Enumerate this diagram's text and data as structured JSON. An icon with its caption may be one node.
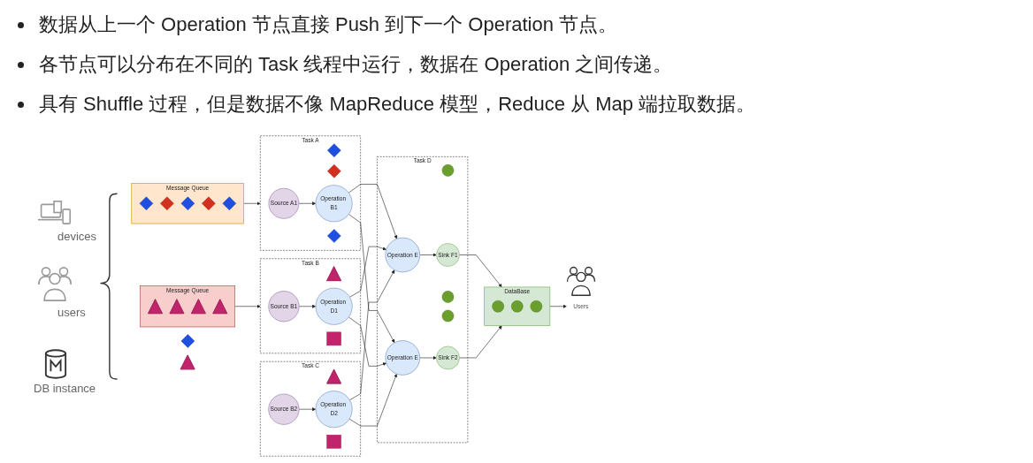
{
  "diagram": {
    "nodes": [
      {
        "text": [
          "Message Queue"
        ]
      },
      {
        "text": [],
        "shape": "diamond",
        "in": 0
      },
      {
        "text": [],
        "shape": "diamond",
        "in": 0
      },
      {
        "text": [],
        "shape": "diamond",
        "in": 0
      },
      {
        "text": [],
        "shape": "diamond",
        "in": 0
      },
      {
        "text": [],
        "shape": "diamond",
        "in": 0
      },
      {
        "text": [
          "Message Queue"
        ]
      },
      {
        "text": [],
        "shape": "triangle",
        "in": 6
      },
      {
        "text": [],
        "shape": "triangle",
        "in": 6
      },
      {
        "text": [],
        "shape": "triangle",
        "in": 6
      },
      {
        "text": [],
        "shape": "triangle",
        "in": 6
      },
      {
        "text": [],
        "shape": "diamond"
      },
      {
        "text": [],
        "shape": "triangle"
      },
      {
        "text": [
          "Task A"
        ]
      },
      {
        "text": [
          "Source A1"
        ],
        "in": 13
      },
      {
        "text": [],
        "shape": "diamond",
        "in": 13
      },
      {
        "text": [],
        "shape": "diamond",
        "in": 13
      },
      {
        "text": [
          "Operation B1"
        ],
        "in": 13
      },
      {
        "text": [],
        "shape": "diamond",
        "in": 13
      },
      {
        "text": [
          "Task B"
        ]
      },
      {
        "text": [
          "Source B1"
        ],
        "in": 19
      },
      {
        "text": [],
        "shape": "triangle",
        "in": 19
      },
      {
        "text": [
          "Operation D1"
        ],
        "in": 19
      },
      {
        "text": [],
        "shape": "box",
        "in": 19
      },
      {
        "text": [
          "Task C"
        ]
      },
      {
        "text": [],
        "shape": "triangle",
        "in": 24
      },
      {
        "text": [
          "Source B2"
        ],
        "in": 24
      },
      {
        "text": [
          "Operation D2"
        ],
        "in": 24
      },
      {
        "text": [],
        "shape": "box",
        "in": 24
      },
      {
        "text": [
          "Task D"
        ]
      },
      {
        "text": [
          "Operation E"
        ],
        "in": 29
      },
      {
        "text": [],
        "shape": "circle",
        "in": 29
      },
      {
        "text": [
          "Sink F1"
        ],
        "in": 29
      },
      {
        "text": [],
        "shape": "circle",
        "in": 29
      },
      {
        "text": [
          "Operation E"
        ],
        "in": 29
      },
      {
        "text": [],
        "shape": "circle",
        "in": 29
      },
      {
        "text": [
          "Sink F2"
        ],
        "in": 29
      },
      {
        "text": [
          "Users"
        ]
      },
      {
        "text": [
          "DataBase"
        ]
      },
      {
        "text": [],
        "shape": "circle",
        "in": 38
      },
      {
        "text": [],
        "shape": "circle",
        "in": 38
      },
      {
        "text": [],
        "shape": "circle",
        "in": 38
      }
    ],
    "edges": [
      {
        "from": 0,
        "to": 13,
        "arrow": "to"
      },
      {
        "from": 6,
        "to": 19,
        "arrow": "to"
      },
      {
        "from": 14,
        "to": 17,
        "arrow": "to"
      },
      {
        "from": 17,
        "to": 30,
        "arrow": "to"
      },
      {
        "from": 17,
        "to": 34,
        "arrow": "to"
      },
      {
        "from": 20,
        "to": 22,
        "arrow": "to"
      },
      {
        "from": 22,
        "to": 30,
        "arrow": "to"
      },
      {
        "from": 22,
        "to": 34,
        "arrow": "to"
      },
      {
        "from": 26,
        "to": 27,
        "arrow": "to"
      },
      {
        "from": 27,
        "to": 30,
        "arrow": "to"
      },
      {
        "from": 27,
        "to": 34,
        "arrow": "to"
      },
      {
        "from": 30,
        "to": 32,
        "arrow": "to"
      },
      {
        "from": 34,
        "to": 36,
        "arrow": "to"
      },
      {
        "from": 32,
        "to": 38,
        "arrow": "to"
      },
      {
        "from": 36,
        "to": 38,
        "arrow": "to"
      },
      {
        "from": 38,
        "to": 37,
        "arrow": "to"
      }
    ],
    "labels": [
      "数据从上一个 Operation 节点直接 Push 到下一个 Operation 节点。",
      "各节点可以分布在不同的 Task 线程中运行，数据在 Operation 之间传递。",
      "具有 Shuffle 过程，但是数据不像 MapReduce 模型，Reduce 从 Map 端拉取数据。",
      "devices",
      "users",
      "DB instance"
    ]
  }
}
